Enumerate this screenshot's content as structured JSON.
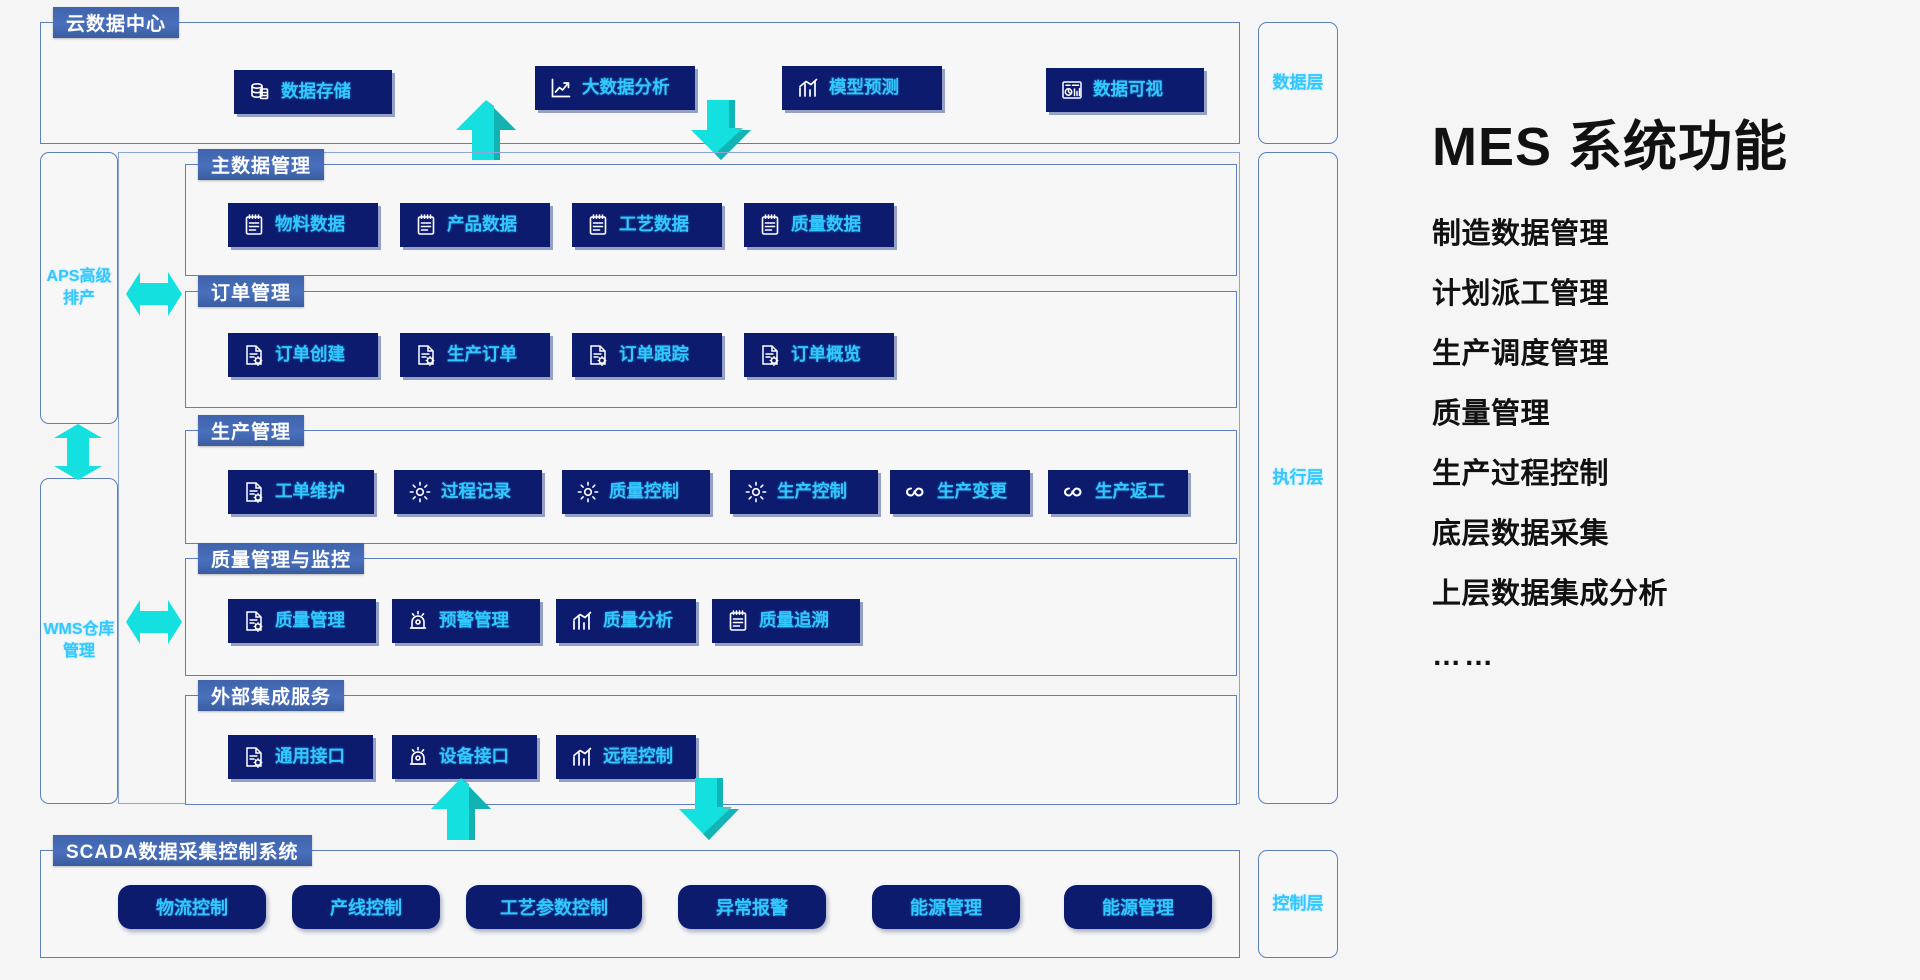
{
  "diagram": {
    "cloud_section": {
      "title": "云数据中心",
      "items": [
        {
          "label": "数据存储",
          "icon": "database-icon"
        },
        {
          "label": "大数据分析",
          "icon": "chart-trend-icon"
        },
        {
          "label": "模型预测",
          "icon": "bar-trend-icon"
        },
        {
          "label": "数据可视",
          "icon": "dashboard-icon"
        }
      ]
    },
    "master_data": {
      "title": "主数据管理",
      "items": [
        {
          "label": "物料数据",
          "icon": "clipboard-list-icon"
        },
        {
          "label": "产品数据",
          "icon": "clipboard-list-icon"
        },
        {
          "label": "工艺数据",
          "icon": "clipboard-list-icon"
        },
        {
          "label": "质量数据",
          "icon": "clipboard-list-icon"
        }
      ]
    },
    "order_mgmt": {
      "title": "订单管理",
      "items": [
        {
          "label": "订单创建",
          "icon": "document-gear-icon"
        },
        {
          "label": "生产订单",
          "icon": "document-gear-icon"
        },
        {
          "label": "订单跟踪",
          "icon": "document-gear-icon"
        },
        {
          "label": "订单概览",
          "icon": "document-gear-icon"
        }
      ]
    },
    "production_mgmt": {
      "title": "生产管理",
      "items": [
        {
          "label": "工单维护",
          "icon": "document-gear-icon"
        },
        {
          "label": "过程记录",
          "icon": "gear-icon"
        },
        {
          "label": "质量控制",
          "icon": "gear-icon"
        },
        {
          "label": "生产控制",
          "icon": "gear-icon"
        },
        {
          "label": "生产变更",
          "icon": "infinity-icon"
        },
        {
          "label": "生产返工",
          "icon": "infinity-icon"
        }
      ]
    },
    "quality_mgmt": {
      "title": "质量管理与监控",
      "items": [
        {
          "label": "质量管理",
          "icon": "document-gear-icon"
        },
        {
          "label": "预警管理",
          "icon": "alarm-light-icon"
        },
        {
          "label": "质量分析",
          "icon": "bar-trend-icon"
        },
        {
          "label": "质量追溯",
          "icon": "clipboard-list-icon"
        }
      ]
    },
    "external_services": {
      "title": "外部集成服务",
      "items": [
        {
          "label": "通用接口",
          "icon": "document-gear-icon"
        },
        {
          "label": "设备接口",
          "icon": "alarm-light-icon"
        },
        {
          "label": "远程控制",
          "icon": "bar-trend-icon"
        }
      ]
    },
    "scada_section": {
      "title": "SCADA数据采集控制系统",
      "items": [
        {
          "label": "物流控制"
        },
        {
          "label": "产线控制"
        },
        {
          "label": "工艺参数控制"
        },
        {
          "label": "异常报警"
        },
        {
          "label": "能源管理"
        },
        {
          "label": "能源管理"
        }
      ]
    },
    "layers": [
      {
        "label": "数据层"
      },
      {
        "label": "执行层"
      },
      {
        "label": "控制层"
      }
    ],
    "side_systems": [
      {
        "label": "APS高级排产"
      },
      {
        "label": "WMS仓库管理"
      }
    ]
  },
  "right_panel": {
    "title": "MES 系统功能",
    "features": [
      "制造数据管理",
      "计划派工管理",
      "生产调度管理",
      "质量管理",
      "生产过程控制",
      "底层数据采集",
      "上层数据集成分析"
    ],
    "ellipsis": "……"
  },
  "colors": {
    "chip_bg": "#0d1b6e",
    "chip_text": "#32c8ff",
    "ribbon_bg": "#3f63ab",
    "border": "#5b7fc0",
    "arrow": "#15e0e0",
    "arrow_dark": "#11a3a3",
    "page_bg": "#f5f5f5"
  }
}
